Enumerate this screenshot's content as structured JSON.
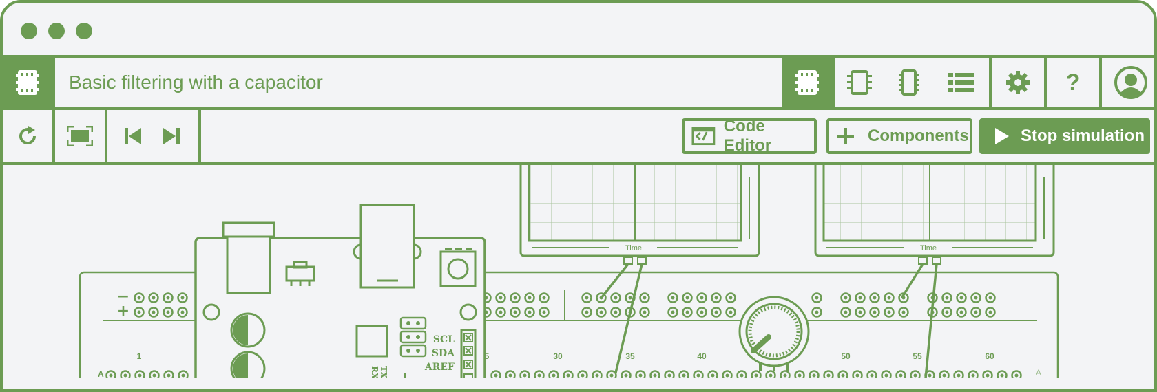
{
  "project": {
    "title": "Basic filtering with a capacitor"
  },
  "header_icons": [
    "chip-icon",
    "cpu-icon",
    "component-icon",
    "list-icon",
    "gear-icon",
    "help-icon",
    "user-avatar-icon"
  ],
  "help_label": "?",
  "toolbar": {
    "code_editor_label": "Code Editor",
    "components_label": "Components",
    "stop_label": "Stop simulation"
  },
  "scopes": {
    "time_label": "Time"
  },
  "breadboard": {
    "column_numbers": [
      "1",
      "5",
      "30",
      "35",
      "40",
      "50",
      "55",
      "60"
    ],
    "row_letter": "A",
    "rail_minus": "−",
    "rail_plus": "+"
  },
  "arduino": {
    "pin_labels": [
      "SCL",
      "SDA",
      "AREF"
    ],
    "side_label_tx": "TX",
    "side_label_rx": "RX"
  },
  "colors": {
    "accent": "#6c9c53",
    "background": "#f3f4f6",
    "white": "#ffffff"
  }
}
